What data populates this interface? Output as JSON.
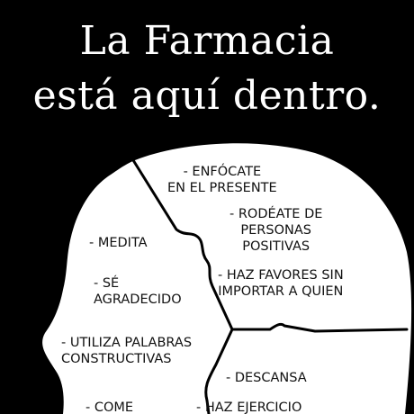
{
  "title": {
    "line1": "La Farmacia",
    "line2": "está aquí dentro."
  },
  "tips": {
    "enfocate": [
      "- ENFÓCATE",
      "EN EL PRESENTE"
    ],
    "rodeate": [
      "- RODÉATE DE",
      "PERSONAS",
      "POSITIVAS"
    ],
    "medita": [
      "- MEDITA"
    ],
    "favores": [
      "- HAZ FAVORES SIN",
      "IMPORTAR A QUIEN"
    ],
    "agradecido": [
      "- SÉ",
      "AGRADECIDO"
    ],
    "palabras": [
      "- UTILIZA PALABRAS",
      "CONSTRUCTIVAS"
    ],
    "descansa": [
      "- DESCANSA"
    ],
    "come": [
      "- COME"
    ],
    "ejercicio": [
      "- HAZ EJERCICIO"
    ]
  },
  "colors": {
    "background": "#000000",
    "head": "#ffffff",
    "title": "#ffffff",
    "text": "#111111"
  }
}
